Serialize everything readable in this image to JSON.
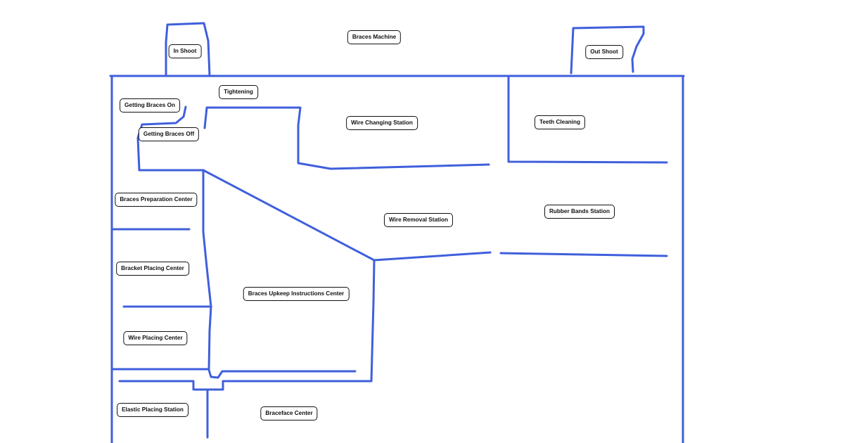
{
  "colors": {
    "wall": "#3f5fdc",
    "label_border": "#111111",
    "background": "#ffffff"
  },
  "labels": {
    "in_shoot": "In Shoot",
    "braces_machine": "Braces Machine",
    "out_shoot": "Out Shoot",
    "tightening": "Tightening",
    "getting_braces_on": "Getting Braces On",
    "getting_braces_off": "Getting Braces Off",
    "wire_changing_station": "Wire Changing Station",
    "teeth_cleaning": "Teeth Cleaning",
    "braces_preparation_center": "Braces Preparation Center",
    "wire_removal_station": "Wire Removal Station",
    "rubber_bands_station": "Rubber Bands Station",
    "bracket_placing_center": "Bracket Placing Center",
    "braces_upkeep_instructions_center": "Braces Upkeep Instructions Center",
    "wire_placing_center": "Wire Placing Center",
    "elastic_placing_station": "Elastic Placing Station",
    "braceface_center": "Braceface Center"
  }
}
